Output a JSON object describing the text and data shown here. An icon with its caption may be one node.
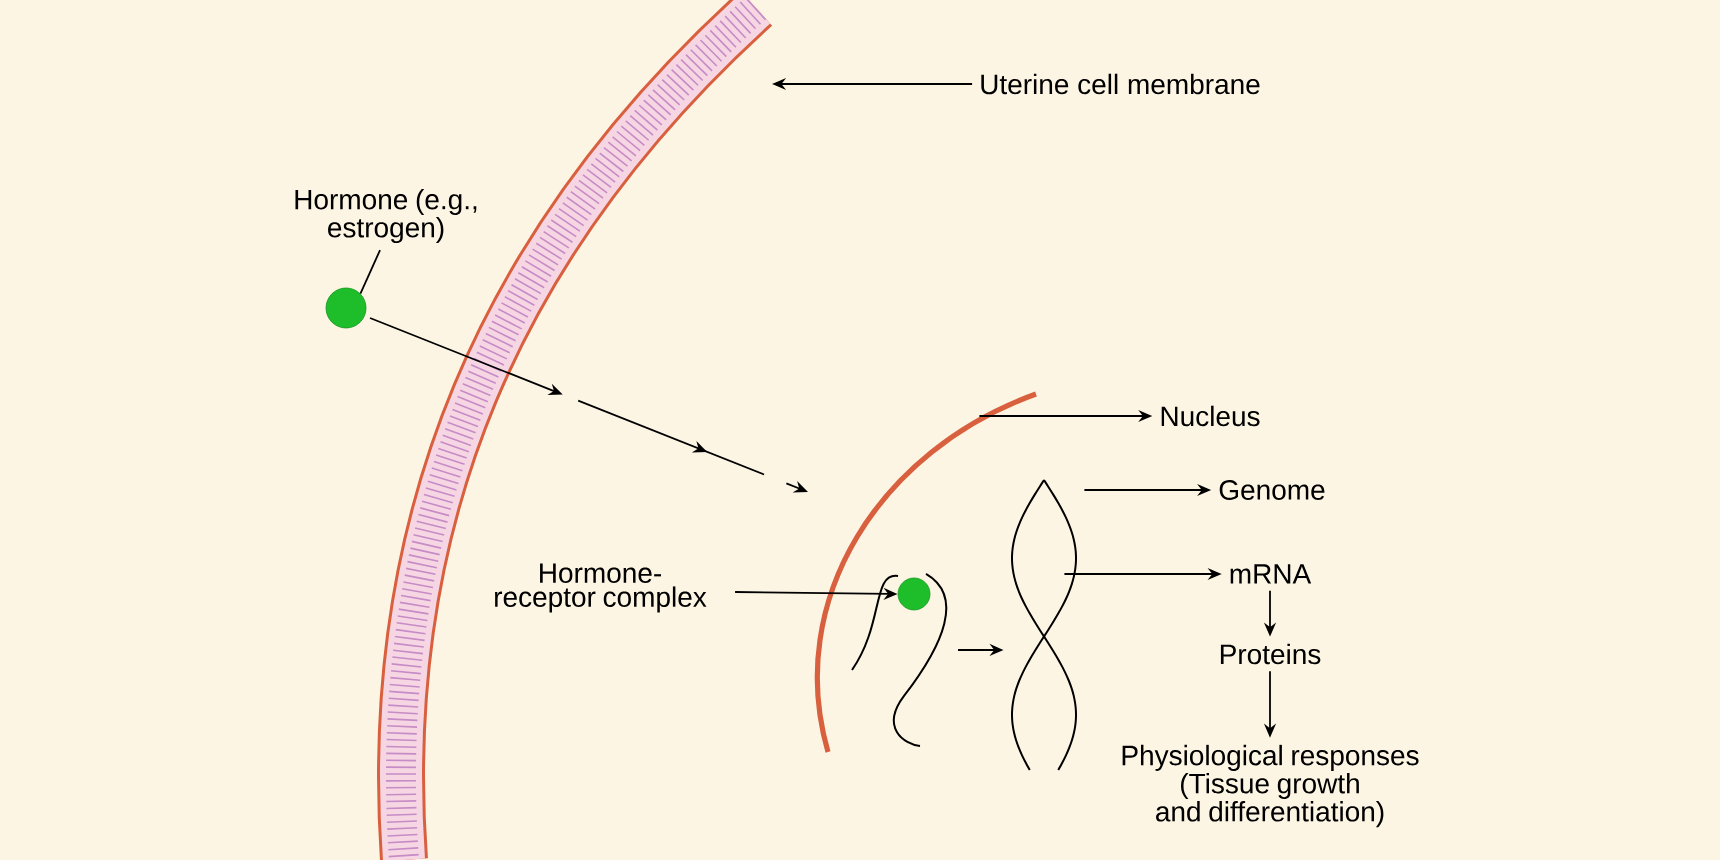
{
  "diagram": {
    "nodes": [
      {
        "text": [
          "Uterine cell membrane"
        ]
      },
      {
        "text": [
          "Hormone (e.g., estrogen)"
        ]
      },
      {
        "text": [],
        "shape": "circle"
      },
      {
        "text": [],
        "shape": "arc"
      },
      {
        "text": [
          "Nucleus"
        ]
      },
      {
        "text": [
          "Hormone-receptor complex"
        ]
      },
      {
        "text": [],
        "shape": "picture",
        "in": 3
      },
      {
        "text": [],
        "shape": "picture"
      },
      {
        "text": [
          "Genome"
        ]
      },
      {
        "text": [
          "mRNA"
        ]
      },
      {
        "text": [
          "Proteins"
        ]
      },
      {
        "text": [
          "Physiological responses (Tissue growth and differentiation)"
        ]
      }
    ],
    "edges": [
      {
        "from": 0,
        "to": null,
        "arrow": "to"
      },
      {
        "from": 1,
        "to": 2,
        "arrow": "none"
      },
      {
        "from": 2,
        "to": 3,
        "arrow": "to",
        "style": "dashed"
      },
      {
        "from": 3,
        "to": 4,
        "arrow": "to"
      },
      {
        "from": 5,
        "to": 6,
        "arrow": "to"
      },
      {
        "from": 6,
        "to": 7,
        "arrow": "to"
      },
      {
        "from": 7,
        "to": 8,
        "arrow": "to"
      },
      {
        "from": 7,
        "to": 9,
        "arrow": "to"
      },
      {
        "from": 9,
        "to": 10,
        "arrow": "to"
      },
      {
        "from": 10,
        "to": 11,
        "arrow": "to"
      }
    ]
  }
}
